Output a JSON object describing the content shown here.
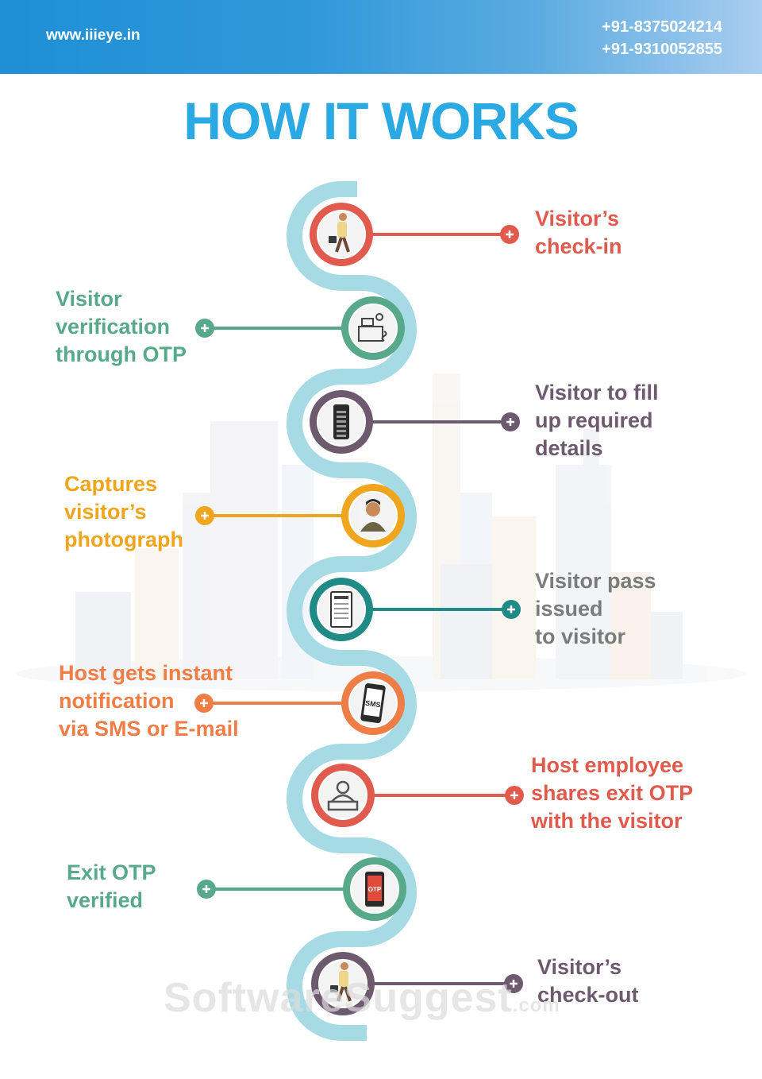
{
  "header": {
    "website": "www.iiieye.in",
    "phone_1": "+91-8375024214",
    "phone_2": "+91-9310052855"
  },
  "title": "HOW IT WORKS",
  "colors": {
    "header_blue": "#2a93d8",
    "title_blue": "#2aa9e3",
    "path": "#a6dbe6",
    "red": "#e05b4e",
    "green": "#58a98a",
    "purple": "#6e5a6e",
    "yellow": "#efa51d",
    "teal": "#1f8a86",
    "orange": "#ee7d46",
    "gray_text": "#7b7b7b"
  },
  "steps": [
    {
      "label": "Visitor’s\ncheck-in",
      "color": "#e05b4e",
      "text_color": "#e05b4e",
      "icon": "walking-visitor-icon"
    },
    {
      "label": "Visitor\nverification\nthrough OTP",
      "color": "#58a98a",
      "text_color": "#58a98a",
      "icon": "reception-desk-icon"
    },
    {
      "label": "Visitor to fill\nup required\ndetails",
      "color": "#6e5a6e",
      "text_color": "#6e5a6e",
      "icon": "mobile-form-icon"
    },
    {
      "label": "Captures\nvisitor’s\nphotograph",
      "color": "#efa51d",
      "text_color": "#efa51d",
      "icon": "visitor-photo-icon"
    },
    {
      "label": "Visitor pass\nissued\nto visitor",
      "color": "#1f8a86",
      "text_color": "#7b7b7b",
      "icon": "visitor-pass-icon"
    },
    {
      "label": "Host gets instant\nnotification\nvia SMS or E-mail",
      "color": "#ee7d46",
      "text_color": "#ee7d46",
      "icon": "sms-phone-icon"
    },
    {
      "label": "Host employee\nshares exit OTP\nwith the visitor",
      "color": "#e05b4e",
      "text_color": "#e05b4e",
      "icon": "host-employee-icon"
    },
    {
      "label": "Exit OTP\nverified",
      "color": "#58a98a",
      "text_color": "#58a98a",
      "icon": "otp-phone-icon"
    },
    {
      "label": "Visitor’s\ncheck-out",
      "color": "#6e5a6e",
      "text_color": "#6e5a6e",
      "icon": "walking-visitor-icon"
    }
  ],
  "watermark": {
    "main": "SoftwareSuggest",
    "suffix": ".com"
  }
}
